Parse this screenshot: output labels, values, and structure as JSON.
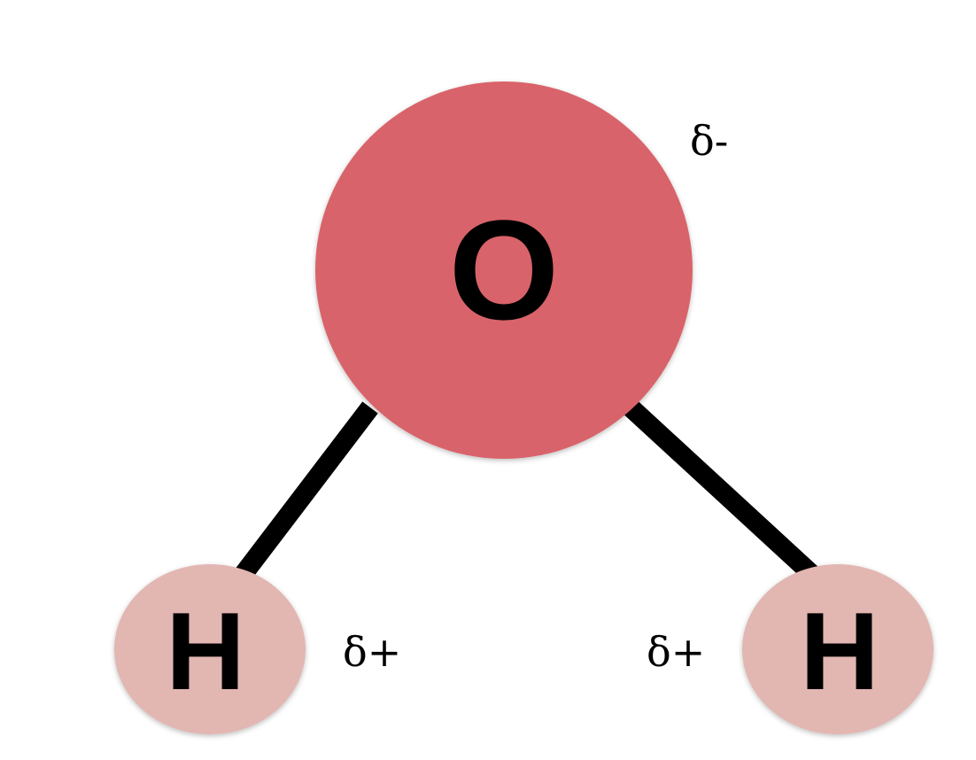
{
  "molecule": {
    "oxygen": {
      "symbol": "O",
      "charge": "δ-",
      "color": "#d9646a"
    },
    "hydrogen_left": {
      "symbol": "H",
      "charge": "δ+",
      "color": "#e2b6b1"
    },
    "hydrogen_right": {
      "symbol": "H",
      "charge": "δ+",
      "color": "#e2b6b1"
    },
    "bond_color": "#000000"
  }
}
